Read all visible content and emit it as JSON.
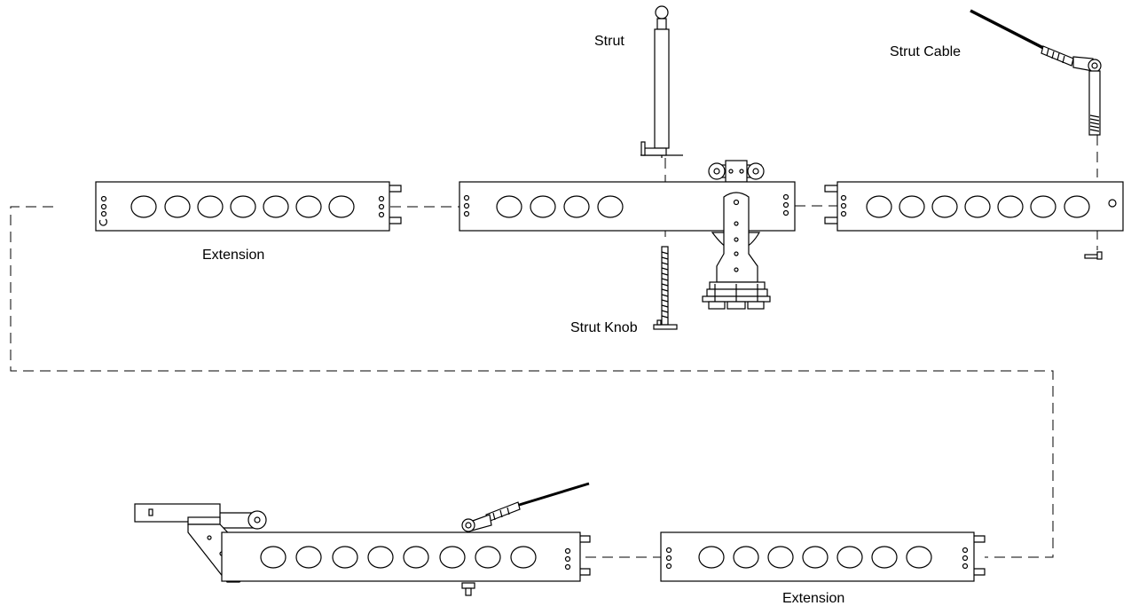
{
  "labels": {
    "strut": "Strut",
    "strut_cable": "Strut Cable",
    "extension_top": "Extension",
    "strut_knob": "Strut Knob",
    "extension_bottom": "Extension"
  },
  "colors": {
    "line": "#000000",
    "background": "#ffffff"
  }
}
